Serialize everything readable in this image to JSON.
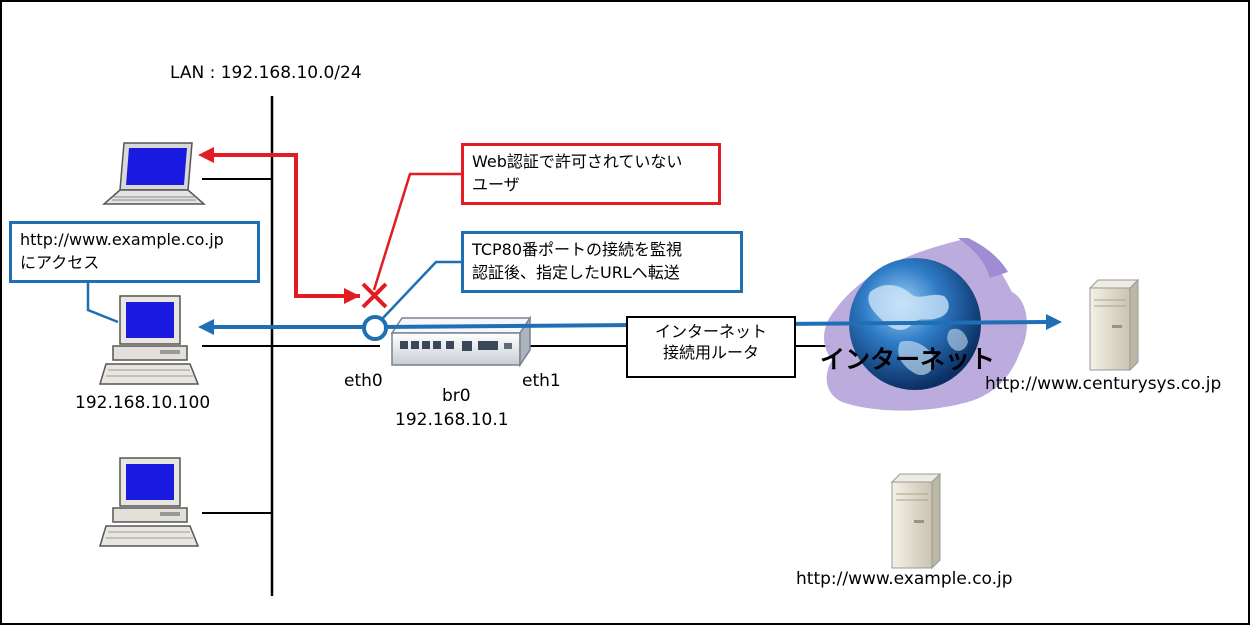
{
  "lan_label": "LAN : 192.168.10.0/24",
  "callouts": {
    "unauthorized_user": [
      "Web認証で許可されていない",
      "ユーザ"
    ],
    "tcp80_monitor": [
      "TCP80番ポートの接続を監視",
      "認証後、指定したURLへ転送"
    ],
    "client_access": [
      "http://www.example.co.jp",
      "にアクセス"
    ],
    "router": [
      "インターネット",
      "接続用ルータ"
    ]
  },
  "client_ip": "192.168.10.100",
  "device": {
    "eth0": "eth0",
    "eth1": "eth1",
    "bridge": "br0",
    "bridge_ip": "192.168.10.1"
  },
  "internet_label": "インターネット",
  "servers": {
    "centurysys": "http://www.centurysys.co.jp",
    "example": "http://www.example.co.jp"
  },
  "colors": {
    "red": "#e31b23",
    "blue": "#1f6fb5",
    "line": "#000000"
  }
}
